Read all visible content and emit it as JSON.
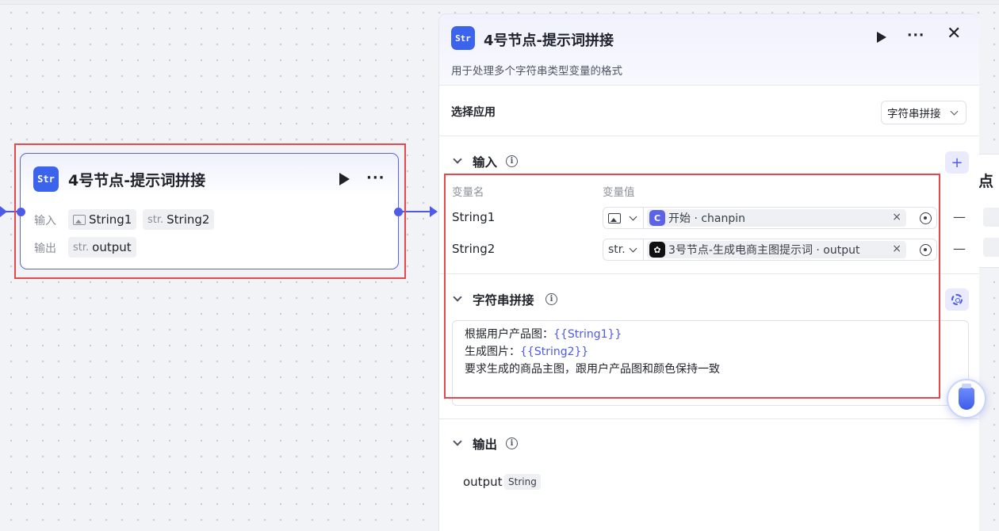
{
  "node": {
    "icon_text": "Str",
    "title": "4号节点-提示词拼接",
    "more": "···",
    "input_label": "输入",
    "output_label": "输出",
    "inputs": [
      {
        "name": "String1",
        "type_icon": "image-icon"
      },
      {
        "name": "String2",
        "type_prefix": "str."
      }
    ],
    "outputs": [
      {
        "name": "output",
        "type_prefix": "str."
      }
    ]
  },
  "panel": {
    "icon_text": "Str",
    "title": "4号节点-提示词拼接",
    "more": "···",
    "close": "✕",
    "description": "用于处理多个字符串类型变量的格式",
    "app_select_label": "选择应用",
    "app_select_value": "字符串拼接",
    "inputs_section": {
      "title": "输入",
      "add": "+",
      "col_name": "变量名",
      "col_value": "变量值",
      "rows": [
        {
          "name": "String1",
          "type_icon": "image-icon",
          "source_icon": "start-icon",
          "source_icon_text": "C",
          "source_text": "开始 · chanpin",
          "remove": "×",
          "minus": "—"
        },
        {
          "name": "String2",
          "type_prefix": "str.",
          "source_icon": "gpt-icon",
          "source_icon_text": "✿",
          "source_text": "3号节点-生成电商主图提示词 · output",
          "remove": "×",
          "minus": "—"
        }
      ]
    },
    "concat_section": {
      "title": "字符串拼接",
      "lines": [
        {
          "text": "根据用户产品图：",
          "var": "{{String1}}"
        },
        {
          "text": "生成图片：",
          "var": "{{String2}}"
        },
        {
          "text": "要求生成的商品主图，跟用户产品图和颜色保持一致",
          "var": ""
        }
      ]
    },
    "output_section": {
      "title": "输出",
      "name": "output",
      "type": "String"
    }
  },
  "ghost_node": {
    "title_fragment": "点"
  },
  "colors": {
    "accent": "#4e5be6",
    "node_icon": "#3c63ec",
    "highlight": "#e5484d"
  }
}
